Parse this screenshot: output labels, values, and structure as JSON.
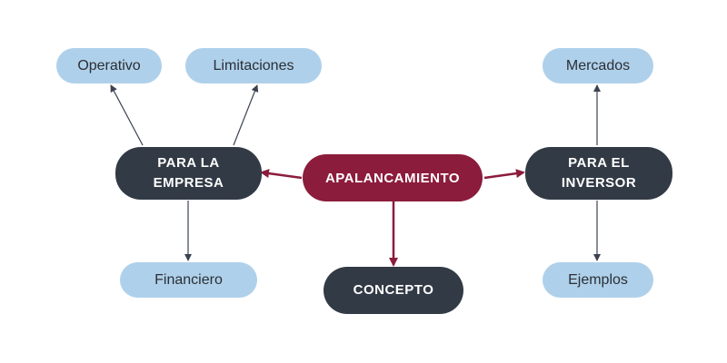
{
  "colors": {
    "center": "#8c1c3c",
    "dark": "#323a45",
    "light": "#afd0ea",
    "thin_arrow": "#3b4350"
  },
  "nodes": {
    "center": "APALANCAMIENTO",
    "empresa": "PARA LA\nEMPRESA",
    "inversor": "PARA EL\nINVERSOR",
    "concepto": "CONCEPTO",
    "operativo": "Operativo",
    "limitaciones": "Limitaciones",
    "financiero": "Financiero",
    "mercados": "Mercados",
    "ejemplos": "Ejemplos"
  }
}
